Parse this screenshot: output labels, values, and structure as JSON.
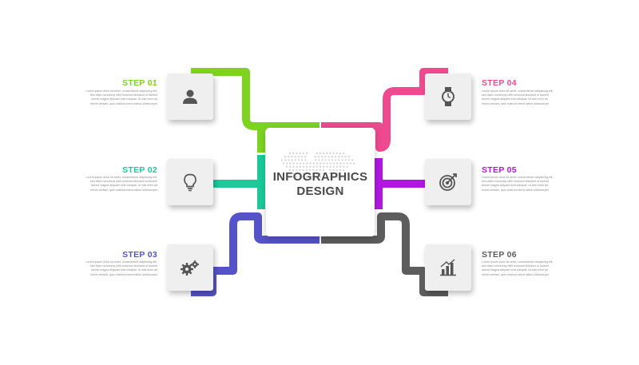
{
  "center": {
    "title_line1": "INFOGRAPHICS",
    "title_line2": "DESIGN"
  },
  "colors": {
    "step01": "#7ed321",
    "step02": "#1cc99a",
    "step03": "#5553c8",
    "step04": "#ee4a8f",
    "step05": "#b316e3",
    "step06": "#5d5d5d",
    "card": "#efefef",
    "icon": "#555555",
    "center_text": "#4a4a4a"
  },
  "steps": [
    {
      "label": "STEP 01",
      "icon": "person-icon",
      "body": "Lorem ipsum dolor sit amet, consectetuer adipiscing elit, sed diam nonummy nibh euismod tincidunt ut laoreet dolore magna aliquam erat volutpat. Ut wisi enim ad minim veniam, quis nostrud exerci tation ullamcorper"
    },
    {
      "label": "STEP 02",
      "icon": "lightbulb-icon",
      "body": "Lorem ipsum dolor sit amet, consectetuer adipiscing elit, sed diam nonummy nibh euismod tincidunt ut laoreet dolore magna aliquam erat volutpat. Ut wisi enim ad minim veniam, quis nostrud exerci tation ullamcorper"
    },
    {
      "label": "STEP 03",
      "icon": "gears-icon",
      "body": "Lorem ipsum dolor sit amet, consectetuer adipiscing elit, sed diam nonummy nibh euismod tincidunt ut laoreet dolore magna aliquam erat volutpat. Ut wisi enim ad minim veniam, quis nostrud exerci tation ullamcorper"
    },
    {
      "label": "STEP 04",
      "icon": "wristwatch-icon",
      "body": "Lorem ipsum dolor sit amet, consectetuer adipiscing elit, sed diam nonummy nibh euismod tincidunt ut laoreet dolore magna aliquam erat volutpat. Ut wisi enim ad minim veniam, quis nostrud exerci tation ullamcorper"
    },
    {
      "label": "STEP 05",
      "icon": "target-icon",
      "body": "Lorem ipsum dolor sit amet, consectetuer adipiscing elit, sed diam nonummy nibh euismod tincidunt ut laoreet dolore magna aliquam erat volutpat. Ut wisi enim ad minim veniam, quis nostrud exerci tation ullamcorper"
    },
    {
      "label": "STEP 06",
      "icon": "bar-chart-icon",
      "body": "Lorem ipsum dolor sit amet, consectetuer adipiscing elit, sed diam nonummy nibh euismod tincidunt ut laoreet dolore magna aliquam erat volutpat. Ut wisi enim ad minim veniam, quis nostrud exerci tation ullamcorper"
    }
  ]
}
